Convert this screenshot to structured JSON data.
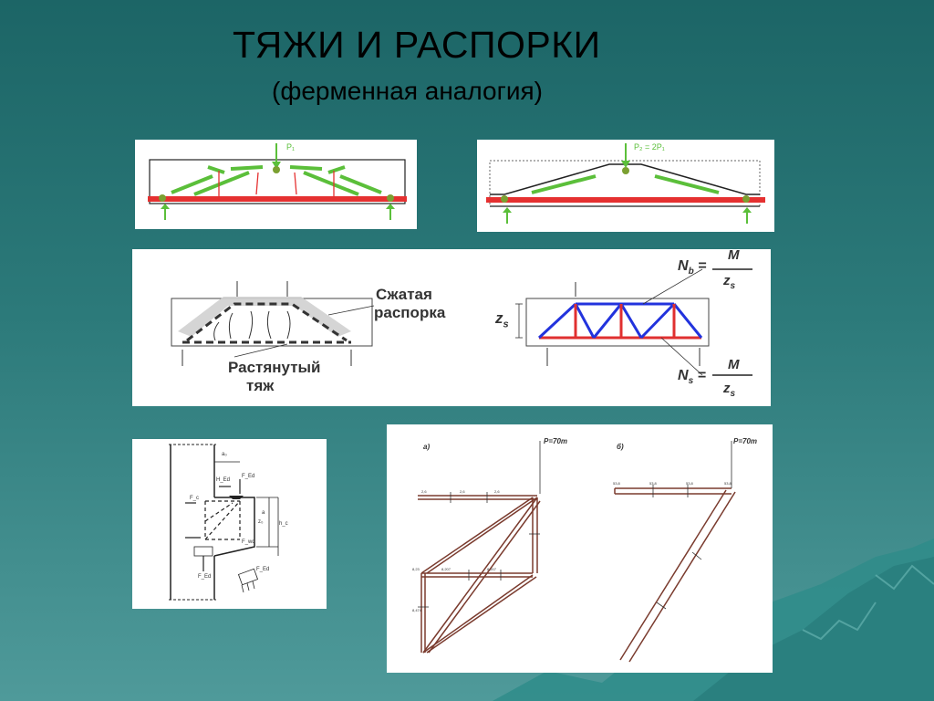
{
  "slide": {
    "title": "ТЯЖИ И РАСПОРКИ",
    "subtitle": "(ферменная аналогия)"
  },
  "diagrams": {
    "beam1": {
      "load": "P₁"
    },
    "beam2": {
      "load": "P₂ = 2P₁"
    },
    "strut_tie": {
      "strut_label_1": "Сжатая",
      "strut_label_2": "распорка",
      "tie_label_1": "Растянутый",
      "tie_label_2": "тяж"
    },
    "truss": {
      "nb_lhs": "N",
      "nb_sub": "b",
      "ns_lhs": "N",
      "ns_sub": "s",
      "eq": "=",
      "num": "M",
      "den": "z",
      "den_sub": "s",
      "zs": "z",
      "zs_sub": "s"
    },
    "corbel": {
      "labels": [
        "a₀",
        "H_Ed",
        "F_Ed",
        "F_c",
        "a",
        "z₀",
        "h_c",
        "F_wd",
        "F_Ed",
        "F_Ed"
      ]
    },
    "trusses_a_b": {
      "label_a": "а)",
      "label_b": "б)",
      "load_a": "P=70т",
      "load_b": "P=70т"
    }
  }
}
